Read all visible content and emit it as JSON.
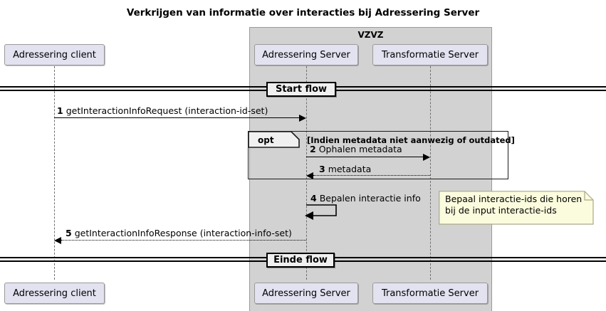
{
  "diagram": {
    "title": "Verkrijgen van informatie over interacties bij Adressering Server",
    "type": "uml-sequence-diagram"
  },
  "group": {
    "label": "VZVZ"
  },
  "participants": [
    {
      "id": "adressering-client",
      "label": "Adressering client"
    },
    {
      "id": "adressering-server",
      "label": "Adressering Server"
    },
    {
      "id": "transformatie-server",
      "label": "Transformatie Server"
    }
  ],
  "participants_bottom": [
    {
      "id": "adressering-client",
      "label": "Adressering client"
    },
    {
      "id": "adressering-server",
      "label": "Adressering Server"
    },
    {
      "id": "transformatie-server",
      "label": "Transformatie Server"
    }
  ],
  "dividers": {
    "start": "Start flow",
    "end": "Einde flow"
  },
  "messages": [
    {
      "number": "1",
      "text": "getInteractionInfoRequest (interaction-id-set)",
      "from": "adressering-client",
      "to": "adressering-server",
      "style": "solid",
      "direction": "right"
    },
    {
      "number": "2",
      "text": "Ophalen metadata",
      "from": "adressering-server",
      "to": "transformatie-server",
      "style": "solid",
      "direction": "right"
    },
    {
      "number": "3",
      "text": "metadata",
      "from": "transformatie-server",
      "to": "adressering-server",
      "style": "dashed",
      "direction": "left"
    },
    {
      "number": "4",
      "text": "Bepalen interactie info",
      "from": "adressering-server",
      "to": "adressering-server",
      "style": "solid",
      "direction": "self"
    },
    {
      "number": "5",
      "text": "getInteractionInfoResponse (interaction-info-set)",
      "from": "adressering-server",
      "to": "adressering-client",
      "style": "dashed",
      "direction": "left"
    }
  ],
  "fragment": {
    "operator": "opt",
    "guard": "[Indien metadata niet aanwezig of outdated]"
  },
  "note": {
    "text": "Bepaal interactie-ids die horen\nbij de input interactie-ids"
  },
  "colors": {
    "participant_fill": "#e2e2f0",
    "participant_border": "#9a9a9a",
    "group_fill": "#d2d2d2",
    "note_fill": "#fbfbdd",
    "note_border": "#a9a98a",
    "divider_fill": "#f0f0f0",
    "line": "#000000"
  }
}
